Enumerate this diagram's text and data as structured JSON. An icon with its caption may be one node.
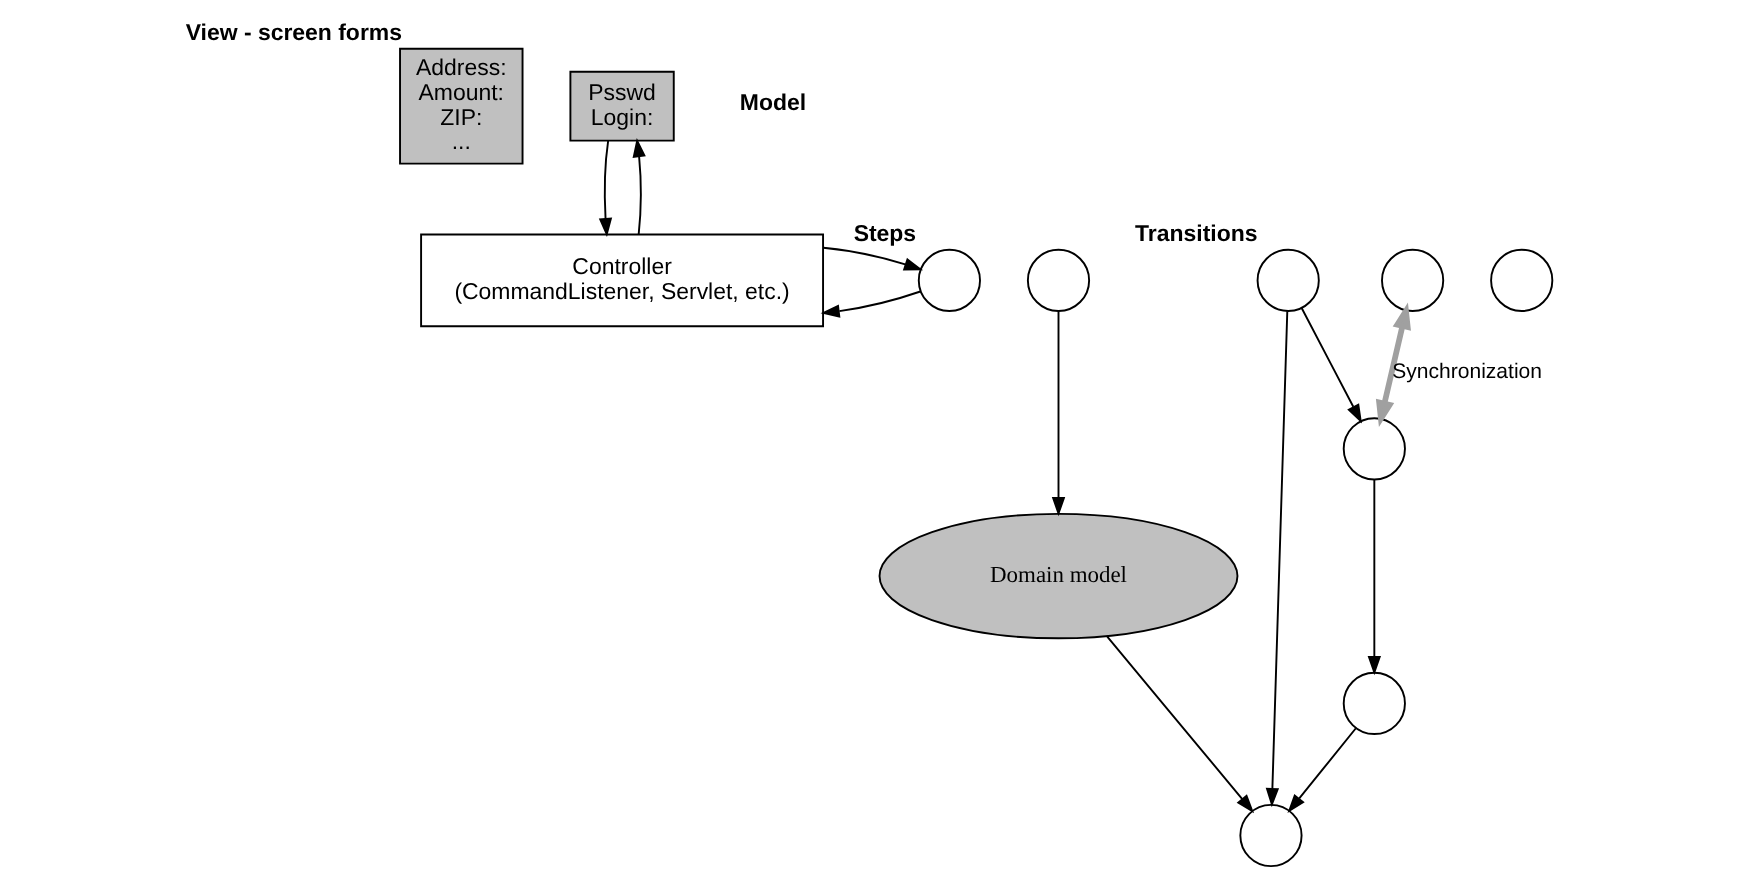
{
  "diagram": {
    "nodes": [
      {
        "text": [
          "Address:",
          "Amount:",
          "ZIP:",
          "..."
        ],
        "beside": [
          "View - screen forms"
        ]
      },
      {
        "text": [
          "Psswd",
          "Login:"
        ]
      },
      {
        "text": [
          "Controller",
          "(CommandListener, Servlet, etc.)"
        ]
      },
      {
        "text": [],
        "shape": "circle",
        "beside": [
          "Steps"
        ]
      },
      {
        "text": [],
        "shape": "circle"
      },
      {
        "text": [],
        "shape": "circle"
      },
      {
        "text": [],
        "shape": "circle"
      },
      {
        "text": [],
        "shape": "circle",
        "beside": [
          "Transitions"
        ]
      },
      {
        "text": [],
        "shape": "circle"
      },
      {
        "text": [],
        "shape": "circle"
      },
      {
        "text": [],
        "shape": "circle"
      },
      {
        "text": [
          "Domain model"
        ]
      }
    ],
    "edges": [
      {
        "from": 2,
        "to": 1,
        "arrow": "to"
      },
      {
        "from": 1,
        "to": 2,
        "arrow": "to"
      },
      {
        "from": 3,
        "to": 2,
        "arrow": "to"
      },
      {
        "from": 2,
        "to": 3,
        "arrow": "to"
      },
      {
        "from": 4,
        "to": 11,
        "arrow": "to"
      },
      {
        "from": 11,
        "to": 10,
        "arrow": "to"
      },
      {
        "from": 6,
        "to": 8,
        "arrow": "both",
        "label": "Synchronization",
        "style": "thick",
        "color": "#a0a0a0"
      },
      {
        "from": 7,
        "to": 8,
        "arrow": "to"
      },
      {
        "from": 8,
        "to": 9,
        "arrow": "to"
      },
      {
        "from": 9,
        "to": 10,
        "arrow": "to"
      },
      {
        "from": 7,
        "to": 10,
        "arrow": "to"
      }
    ],
    "labels": [
      "Model"
    ]
  }
}
